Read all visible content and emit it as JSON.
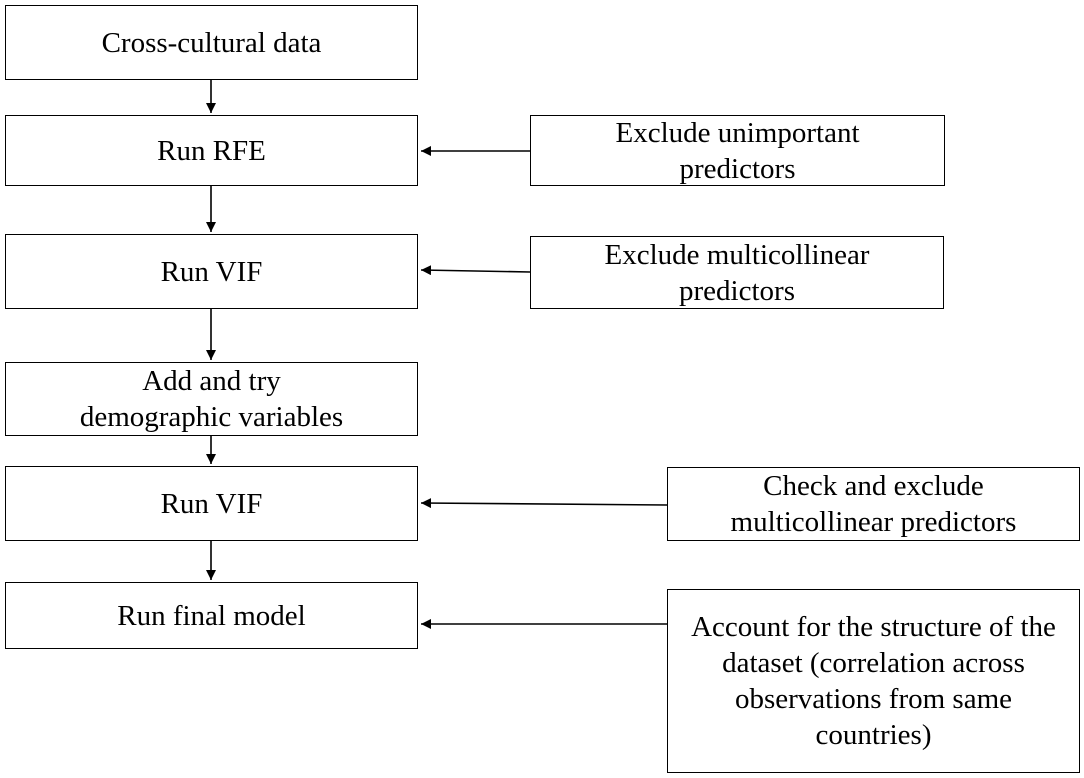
{
  "diagram": {
    "main_steps": [
      "Cross-cultural data",
      "Run RFE",
      "Run VIF",
      "Add and try demographic variables",
      "Run VIF",
      "Run final model"
    ],
    "side_steps": [
      "Exclude unimportant predictors",
      "Exclude multicollinear predictors",
      "Check and exclude multicollinear predictors",
      "Account for the structure of the dataset (correlation across observations from same countries)"
    ]
  }
}
